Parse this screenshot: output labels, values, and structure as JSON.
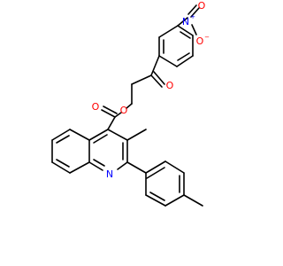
{
  "colors": {
    "bond": "#000000",
    "oxygen": "#ff0000",
    "nitrogen": "#0000ff",
    "background": "#ffffff"
  },
  "labels": {
    "nitro_n": {
      "text": "N",
      "charge": "+",
      "color": "#0000ff"
    },
    "nitro_o_top": {
      "text": "O",
      "color": "#ff0000"
    },
    "nitro_o_minus": {
      "text": "O",
      "charge": "−",
      "color": "#ff0000"
    },
    "ketone_o": {
      "text": "O",
      "color": "#ff0000"
    },
    "ester_o": {
      "text": "O",
      "color": "#ff0000"
    },
    "carbonyl_o": {
      "text": "O",
      "color": "#ff0000"
    },
    "quinoline_n": {
      "text": "N",
      "color": "#0000ff"
    }
  }
}
